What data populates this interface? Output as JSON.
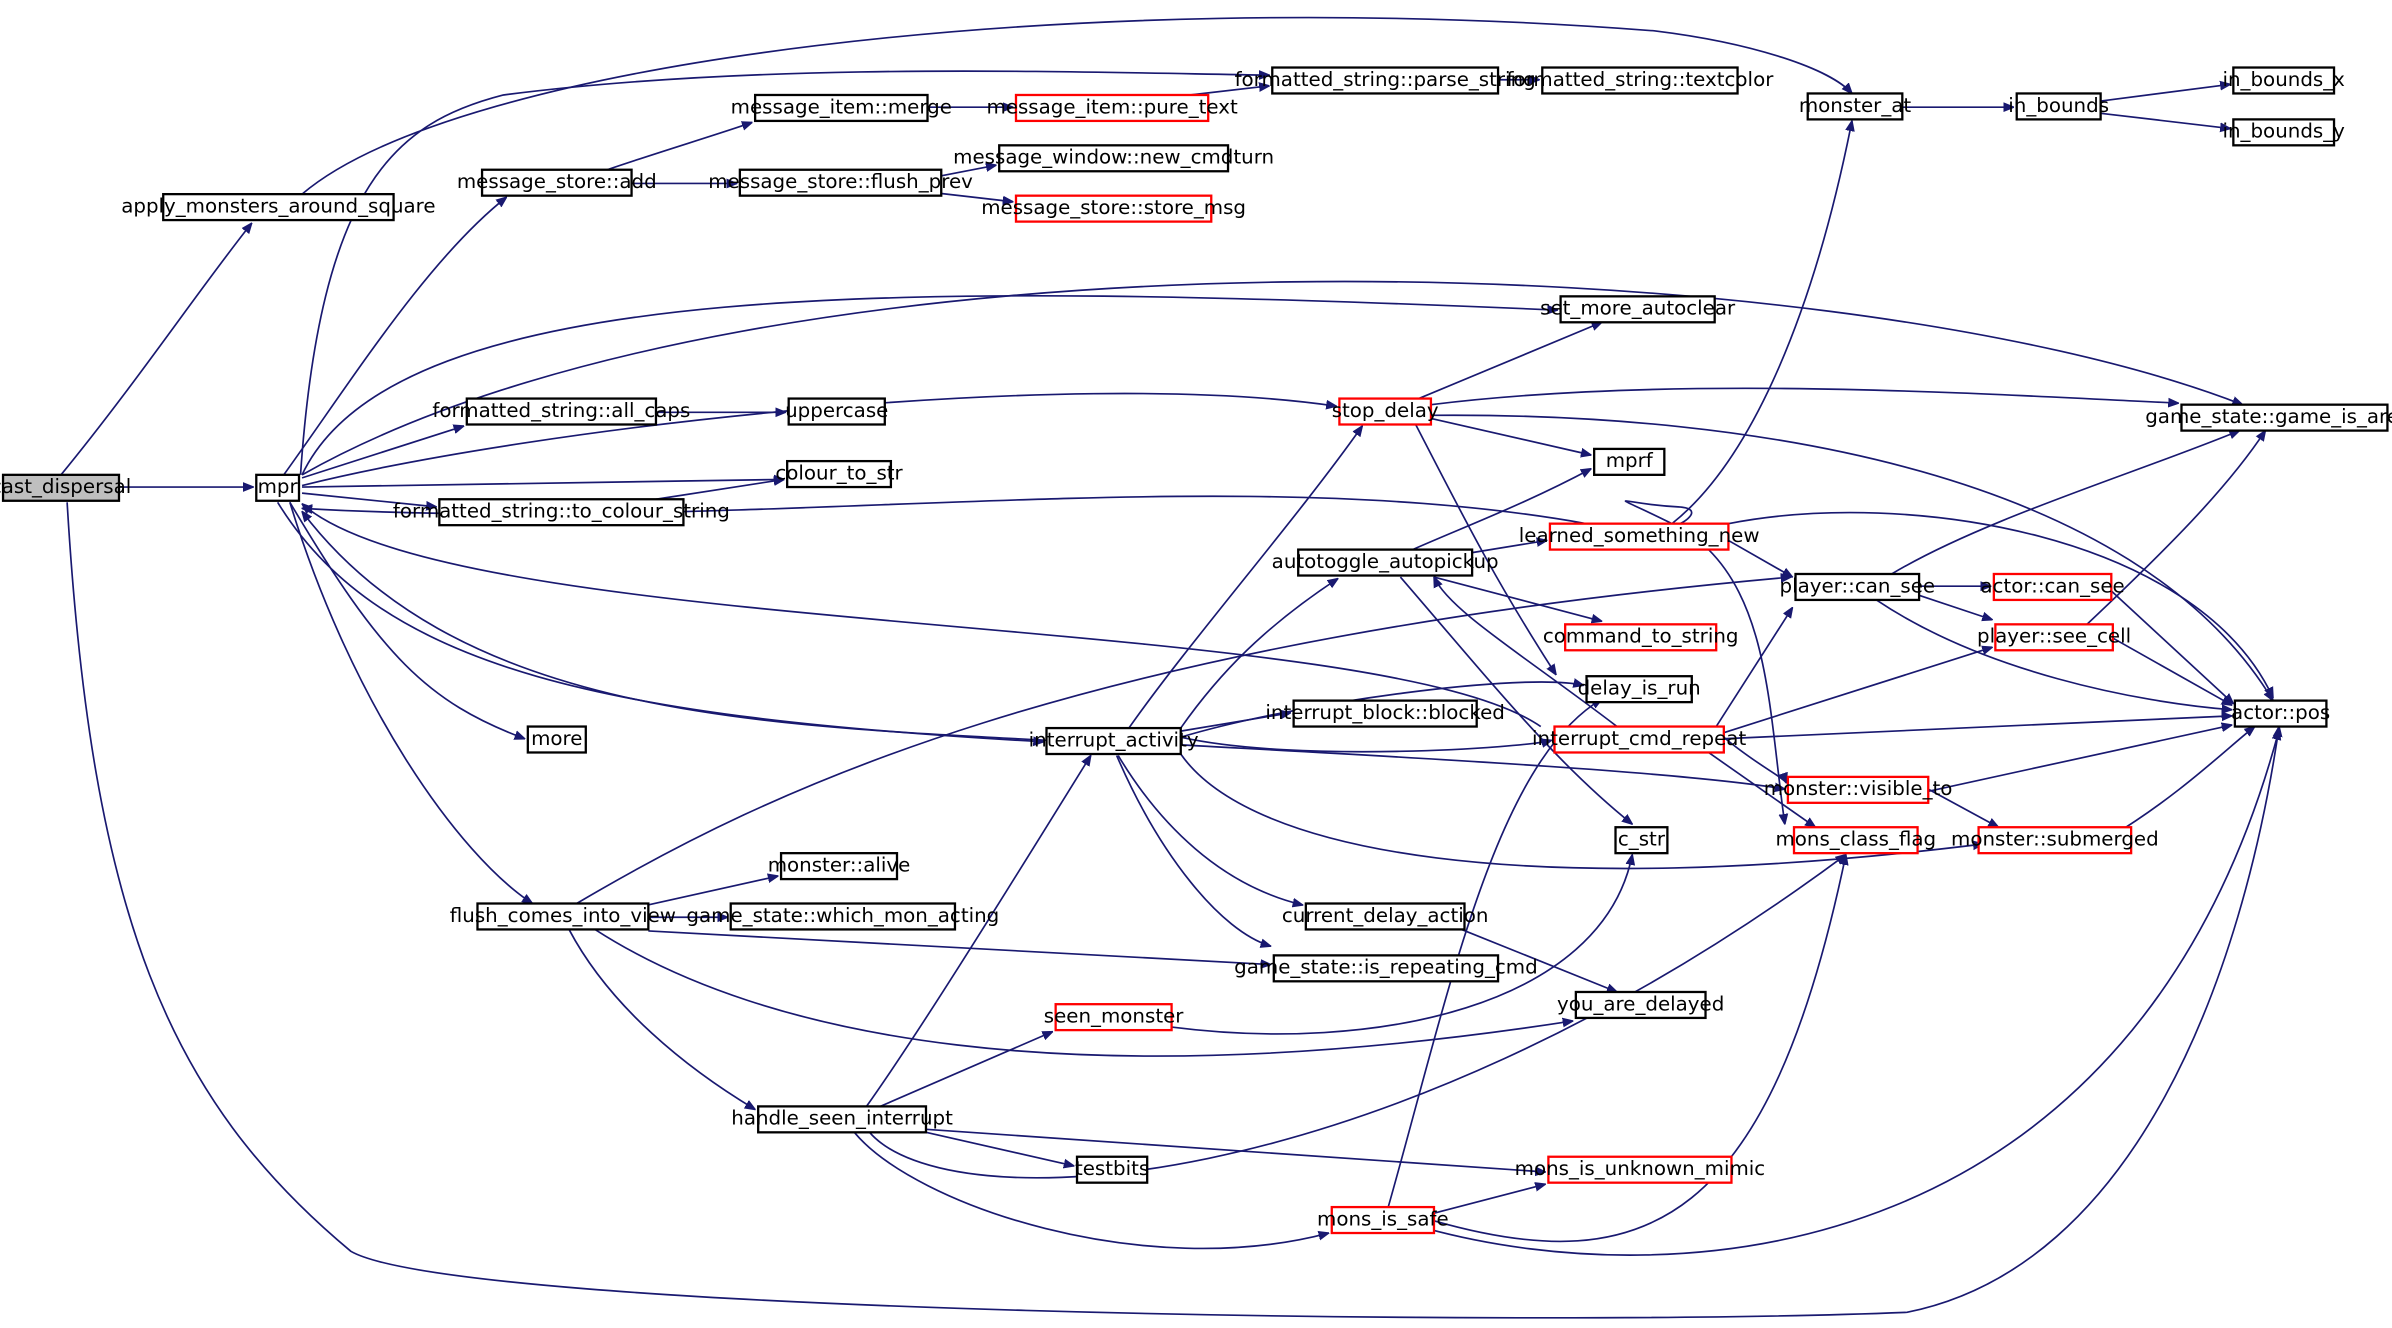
{
  "graph": {
    "colors": {
      "edge": "#191970",
      "node_border": "#000000",
      "truncated_border": "#ff0000",
      "root_fill": "#bfbfbf",
      "node_fill": "#ffffff"
    },
    "nodes": [
      {
        "id": "cast_dispersal",
        "label": "cast_dispersal",
        "root": true
      },
      {
        "id": "apply_monsters_around_square",
        "label": "apply_monsters_around_square"
      },
      {
        "id": "mpr",
        "label": "mpr"
      },
      {
        "id": "monster_at",
        "label": "monster_at"
      },
      {
        "id": "in_bounds",
        "label": "in_bounds"
      },
      {
        "id": "in_bounds_x",
        "label": "in_bounds_x"
      },
      {
        "id": "in_bounds_y",
        "label": "in_bounds_y"
      },
      {
        "id": "message_store_add",
        "label": "message_store::add"
      },
      {
        "id": "message_item_merge",
        "label": "message_item::merge"
      },
      {
        "id": "message_item_pure_text",
        "label": "message_item::pure_text",
        "truncated": true
      },
      {
        "id": "formatted_string_parse_string",
        "label": "formatted_string::parse_string"
      },
      {
        "id": "formatted_string_textcolor",
        "label": "formatted_string::textcolor"
      },
      {
        "id": "message_store_flush_prev",
        "label": "message_store::flush_prev"
      },
      {
        "id": "message_window_new_cmdturn",
        "label": "message_window::new_cmdturn"
      },
      {
        "id": "message_store_store_msg",
        "label": "message_store::store_msg",
        "truncated": true
      },
      {
        "id": "set_more_autoclear",
        "label": "set_more_autoclear"
      },
      {
        "id": "formatted_string_all_caps",
        "label": "formatted_string::all_caps"
      },
      {
        "id": "uppercase",
        "label": "uppercase"
      },
      {
        "id": "stop_delay",
        "label": "stop_delay",
        "truncated": true
      },
      {
        "id": "game_state_game_is_arena",
        "label": "game_state::game_is_arena"
      },
      {
        "id": "mprf",
        "label": "mprf"
      },
      {
        "id": "colour_to_str",
        "label": "colour_to_str"
      },
      {
        "id": "formatted_string_to_colour_string",
        "label": "formatted_string::to_colour_string"
      },
      {
        "id": "learned_something_new",
        "label": "learned_something_new",
        "truncated": true
      },
      {
        "id": "autotoggle_autopickup",
        "label": "autotoggle_autopickup"
      },
      {
        "id": "player_can_see",
        "label": "player::can_see"
      },
      {
        "id": "actor_can_see",
        "label": "actor::can_see",
        "truncated": true
      },
      {
        "id": "command_to_string",
        "label": "command_to_string",
        "truncated": true
      },
      {
        "id": "player_see_cell",
        "label": "player::see_cell",
        "truncated": true
      },
      {
        "id": "delay_is_run",
        "label": "delay_is_run"
      },
      {
        "id": "actor_pos",
        "label": "actor::pos"
      },
      {
        "id": "interrupt_block_blocked",
        "label": "interrupt_block::blocked"
      },
      {
        "id": "more",
        "label": "more"
      },
      {
        "id": "interrupt_activity",
        "label": "interrupt_activity"
      },
      {
        "id": "interrupt_cmd_repeat",
        "label": "interrupt_cmd_repeat",
        "truncated": true
      },
      {
        "id": "monster_visible_to",
        "label": "monster::visible_to",
        "truncated": true
      },
      {
        "id": "c_str",
        "label": "c_str"
      },
      {
        "id": "mons_class_flag",
        "label": "mons_class_flag",
        "truncated": true
      },
      {
        "id": "monster_submerged",
        "label": "monster::submerged",
        "truncated": true
      },
      {
        "id": "monster_alive",
        "label": "monster::alive"
      },
      {
        "id": "flush_comes_into_view",
        "label": "flush_comes_into_view"
      },
      {
        "id": "game_state_which_mon_acting",
        "label": "game_state::which_mon_acting"
      },
      {
        "id": "current_delay_action",
        "label": "current_delay_action"
      },
      {
        "id": "game_state_is_repeating_cmd",
        "label": "game_state::is_repeating_cmd"
      },
      {
        "id": "seen_monster",
        "label": "seen_monster",
        "truncated": true
      },
      {
        "id": "you_are_delayed",
        "label": "you_are_delayed"
      },
      {
        "id": "handle_seen_interrupt",
        "label": "handle_seen_interrupt"
      },
      {
        "id": "testbits",
        "label": "testbits"
      },
      {
        "id": "mons_is_unknown_mimic",
        "label": "mons_is_unknown_mimic",
        "truncated": true
      },
      {
        "id": "mons_is_safe",
        "label": "mons_is_safe",
        "truncated": true
      }
    ]
  }
}
